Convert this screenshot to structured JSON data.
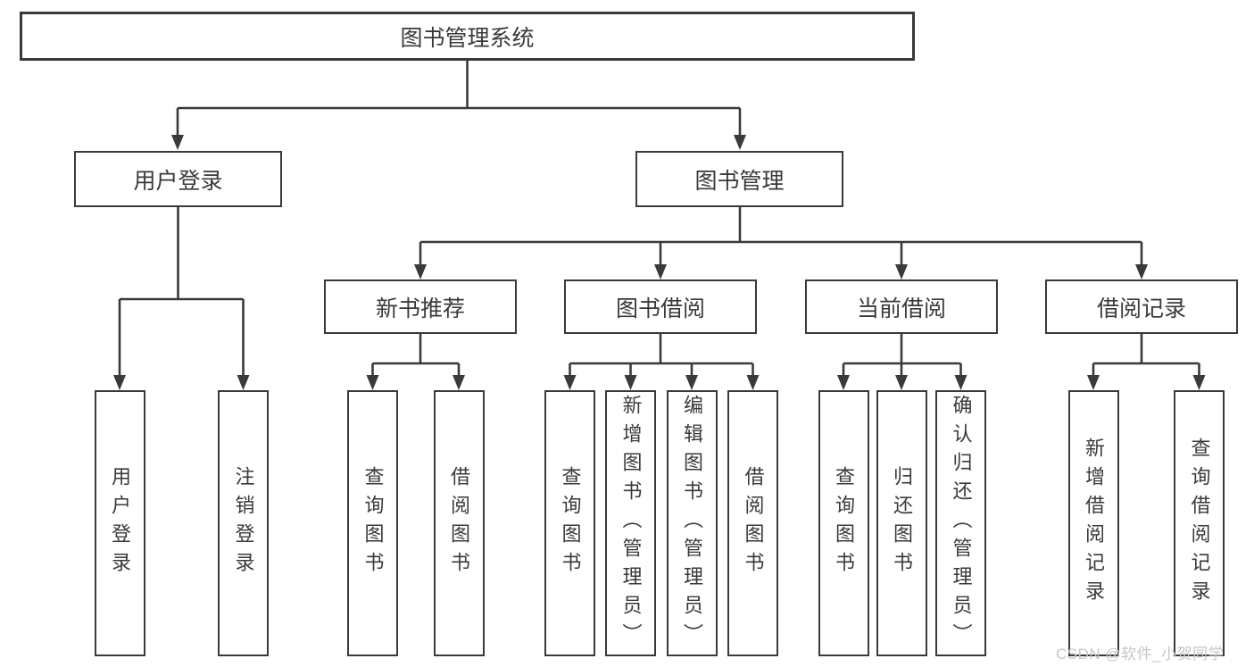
{
  "tree": {
    "label": "图书管理系统",
    "children": [
      {
        "label": "用户登录",
        "children": [
          {
            "label": "用户登录"
          },
          {
            "label": "注销登录"
          }
        ]
      },
      {
        "label": "图书管理",
        "children": [
          {
            "label": "新书推荐",
            "children": [
              {
                "label": "查询图书"
              },
              {
                "label": "借阅图书"
              }
            ]
          },
          {
            "label": "图书借阅",
            "children": [
              {
                "label": "查询图书"
              },
              {
                "label": "新增图书（管理员）"
              },
              {
                "label": "编辑图书（管理员）"
              },
              {
                "label": "借阅图书"
              }
            ]
          },
          {
            "label": "当前借阅",
            "children": [
              {
                "label": "查询图书"
              },
              {
                "label": "归还图书"
              },
              {
                "label": "确认归还（管理员）"
              }
            ]
          },
          {
            "label": "借阅记录",
            "children": [
              {
                "label": "新增借阅记录"
              },
              {
                "label": "查询借阅记录"
              }
            ]
          }
        ]
      }
    ]
  },
  "watermark": "CSDN @软件_小贺同学",
  "colors": {
    "line": "#3a3a3a",
    "text": "#3a3a3a",
    "watermark": "#c6c6c6",
    "background": "#ffffff"
  }
}
